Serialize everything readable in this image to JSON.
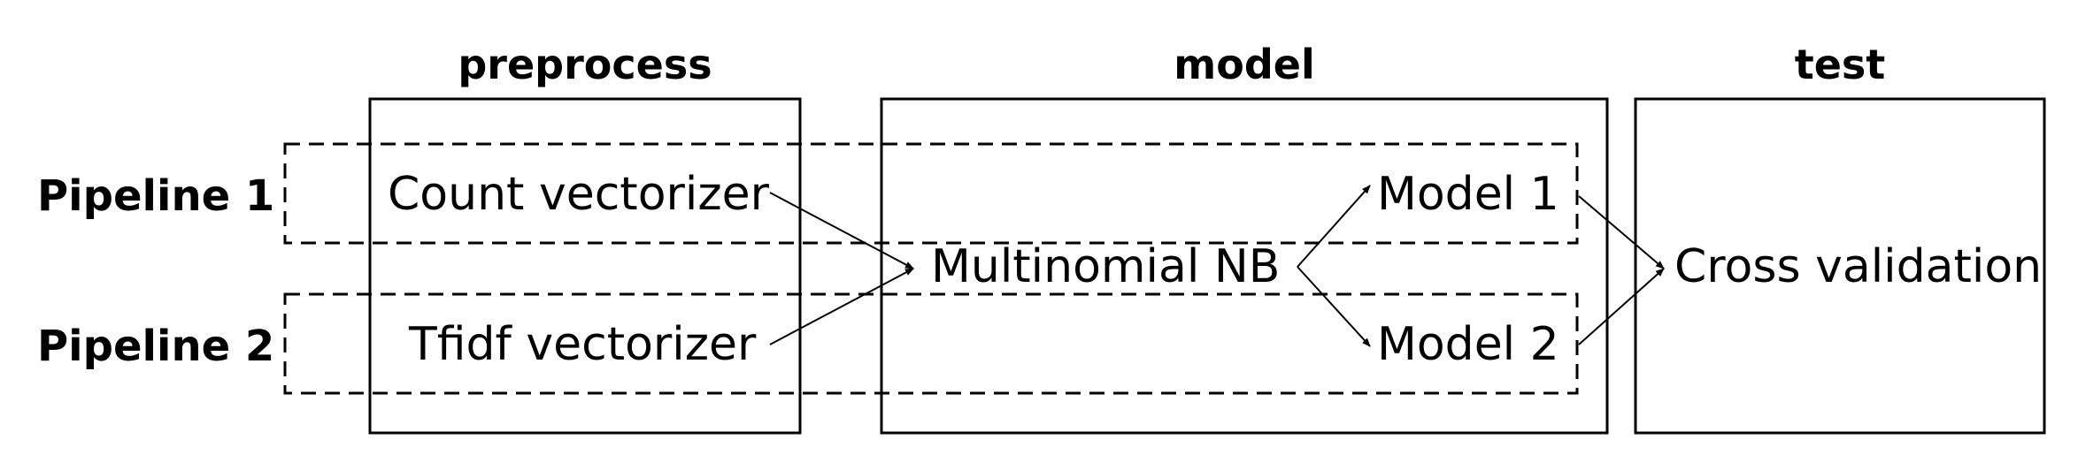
{
  "stages": {
    "preprocess": "preprocess",
    "model": "model",
    "test": "test"
  },
  "pipelines": {
    "p1": "Pipeline 1",
    "p2": "Pipeline 2"
  },
  "nodes": {
    "count": "Count vectorizer",
    "tfidf": "Tfidf vectorizer",
    "nb": "Multinomial NB",
    "m1": "Model 1",
    "m2": "Model 2",
    "cv": "Cross validation"
  },
  "colors": {
    "stroke": "#000000",
    "background": "#ffffff"
  }
}
